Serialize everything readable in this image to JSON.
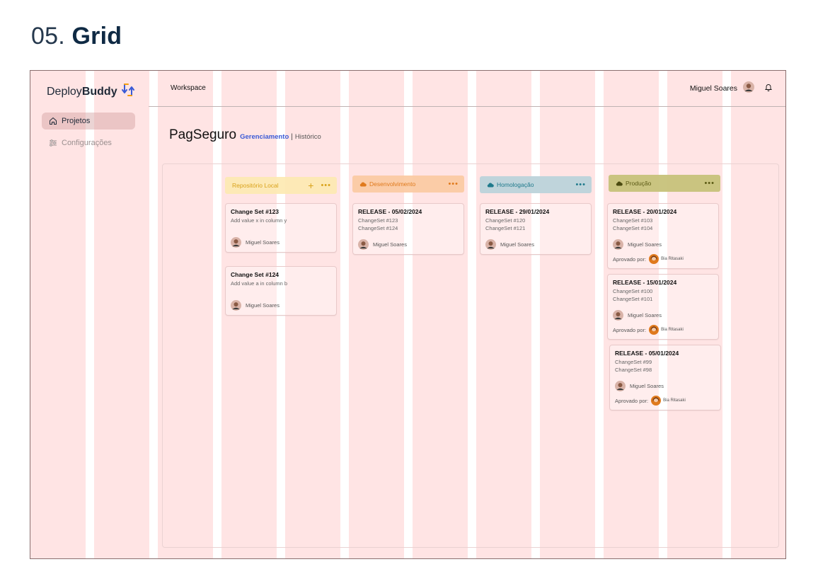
{
  "heading": {
    "number": "05.",
    "title": "Grid"
  },
  "sidebar": {
    "brand_regular": "Deploy",
    "brand_bold": "Buddy",
    "items": [
      {
        "label": "Projetos",
        "icon": "home-icon",
        "active": true
      },
      {
        "label": "Configurações",
        "icon": "sliders-icon",
        "active": false
      }
    ]
  },
  "topbar": {
    "workspace": "Workspace",
    "user_name": "Miguel Soares"
  },
  "project": {
    "name": "PagSeguro",
    "tab_active": "Gerenciamento",
    "separator": "|",
    "tab_inactive": "Histórico"
  },
  "colors": {
    "grid_overlay": "#ffb2b2",
    "accent_blue": "#3b5bd6",
    "repo_header": "#fde9b0",
    "repo_text": "#d9a21a",
    "dev_header": "#fbc9a0",
    "dev_text": "#e07a1c",
    "homolog_header": "#bcd3da",
    "homolog_text": "#1f7a8c",
    "prod_header": "#c7c27a",
    "prod_text": "#5b5a14"
  },
  "columns": [
    {
      "name": "Repositório Local",
      "icon": "",
      "has_plus": true,
      "plus": "+",
      "dots": "•••",
      "cards": [
        {
          "title": "Change Set #123",
          "lines": [
            "Add value x in column y"
          ],
          "user": "Miguel Soares"
        },
        {
          "title": "Change Set #124",
          "lines": [
            "Add value a in column b"
          ],
          "user": "Miguel Soares"
        }
      ]
    },
    {
      "name": "Desenvolvimento",
      "icon": "cloud-icon",
      "has_plus": false,
      "dots": "•••",
      "cards": [
        {
          "title": "RELEASE - 05/02/2024",
          "lines": [
            "ChangeSet #123",
            "ChangeSet #124"
          ],
          "user": "Miguel Soares"
        }
      ]
    },
    {
      "name": "Homologação",
      "icon": "cloud-icon",
      "has_plus": false,
      "dots": "•••",
      "cards": [
        {
          "title": "RELEASE - 29/01/2024",
          "lines": [
            "ChangeSet #120",
            "ChangeSet #121"
          ],
          "user": "Miguel Soares"
        }
      ]
    },
    {
      "name": "Produção",
      "icon": "cloud-icon",
      "has_plus": false,
      "dots": "•••",
      "cards": [
        {
          "title": "RELEASE - 20/01/2024",
          "lines": [
            "ChangeSet #103",
            "ChangeSet #104"
          ],
          "user": "Miguel Soares",
          "approval_label": "Aprovado por:",
          "approver": "Bia Ritasaki"
        },
        {
          "title": "RELEASE - 15/01/2024",
          "lines": [
            "ChangeSet #100",
            "ChangeSet #101"
          ],
          "user": "Miguel Soares",
          "approval_label": "Aprovado por:",
          "approver": "Bia Ritasaki"
        },
        {
          "title": "RELEASE - 05/01/2024",
          "lines": [
            "ChangeSet #99",
            "ChangeSet #98"
          ],
          "user": "Miguel Soares",
          "approval_label": "Aprovado por:",
          "approver": "Bia Ritasaki"
        }
      ]
    }
  ]
}
